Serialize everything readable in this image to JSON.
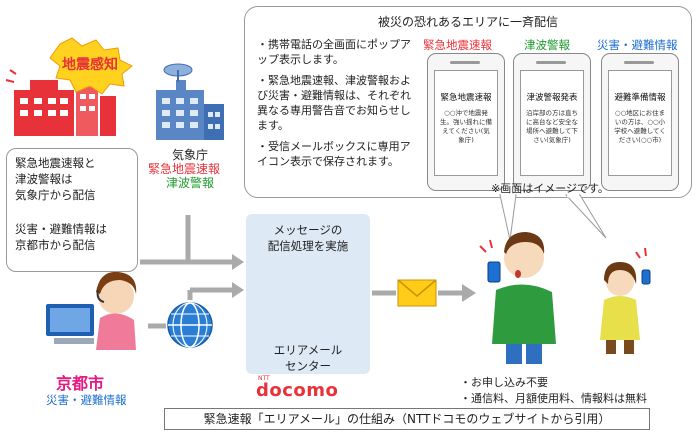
{
  "callout": {
    "title": "被災の恐れあるエリアに一斉配信",
    "bullets": [
      "・携帯電話の全画面にポップアップ表示します。",
      "・緊急地震速報、津波警報および災害・避難情報は、それぞれ異なる専用警告音でお知らせします。",
      "・受信メールボックスに専用アイコン表示で保存されます。"
    ],
    "note": "※画面はイメージです。"
  },
  "phones": [
    {
      "label": "緊急地震速報",
      "screen_title": "緊急地震速報",
      "screen_body": "○○沖で地震発生。強い揺れに備えてください(気象庁)",
      "color": "#e8323a"
    },
    {
      "label": "津波警報",
      "screen_title": "津波警報発表",
      "screen_body": "沿岸部の方は直ちに高台など安全な場所へ避難して下さい(気象庁)",
      "color": "#1f9b2f"
    },
    {
      "label": "災害・避難情報",
      "screen_title": "避難準備情報",
      "screen_body": "○○地区にお住まいの方は、○○小学校へ避難してください(○○市)",
      "color": "#1d6fd0"
    }
  ],
  "earthquake_label": "地震感知",
  "jma": {
    "name": "気象庁",
    "line1": "緊急地震速報",
    "line2": "津波警報"
  },
  "left_box": {
    "para1": [
      "緊急地震速報と",
      "津波警報は",
      "気象庁から配信"
    ],
    "para2": [
      "災害・避難情報は",
      "京都市から配信"
    ]
  },
  "city": {
    "name": "京都市",
    "sub": "災害・避難情報"
  },
  "center": {
    "top": [
      "メッセージの",
      "配信処理を実施"
    ],
    "bottom": [
      "エリアメール",
      "センター"
    ]
  },
  "brand": {
    "small": "NTT",
    "name": "docomo"
  },
  "notes": [
    "・お申し込み不要",
    "・通信料、月額使用料、情報料は無料"
  ],
  "caption": "緊急速報「エリアメール」の仕組み（NTTドコモのウェブサイトから引用）",
  "colors": {
    "red": "#e8323a",
    "green": "#1f9b2f",
    "blue": "#1d6fd0",
    "magenta": "#e6197f",
    "center_bg": "#dde9f5"
  }
}
